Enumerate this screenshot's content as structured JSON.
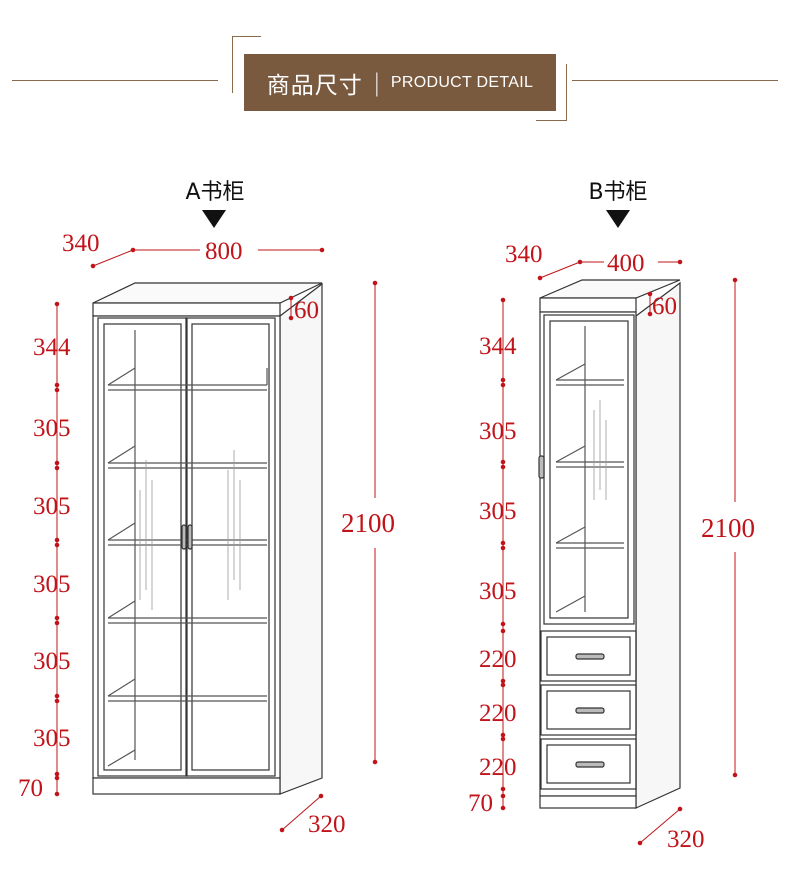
{
  "header": {
    "title_cn": "商品尺寸",
    "separator": "|",
    "title_en": "PRODUCT DETAIL",
    "colors": {
      "box": "#7a5a3f",
      "line": "#8a6a4c"
    }
  },
  "cabinet_a": {
    "title": "A书柜",
    "depth": "340",
    "width": "800",
    "crown": "60",
    "height": "2100",
    "base_depth": "320",
    "sections": [
      "344",
      "305",
      "305",
      "305",
      "305",
      "305",
      "70"
    ]
  },
  "cabinet_b": {
    "title": "B书柜",
    "depth": "340",
    "width": "400",
    "crown": "60",
    "height": "2100",
    "base_depth": "320",
    "sections": [
      "344",
      "305",
      "305",
      "305",
      "220",
      "220",
      "220",
      "70"
    ]
  },
  "dimension_color": "#c0141a"
}
